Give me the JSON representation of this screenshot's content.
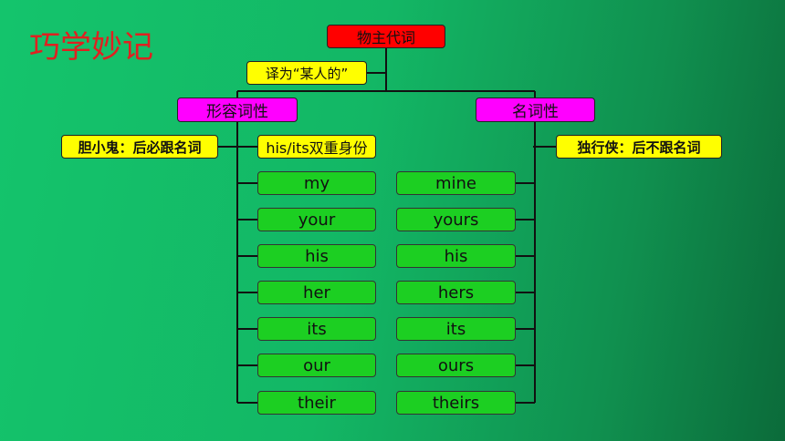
{
  "title": "巧学妙记",
  "root": {
    "label": "物主代词",
    "note": "译为“某人的”"
  },
  "adjective": {
    "label": "形容词性",
    "note": "胆小鬼：后必跟名词",
    "dual_label": "his/its双重身份",
    "items": [
      "my",
      "your",
      "his",
      "her",
      "its",
      "our",
      "their"
    ]
  },
  "noun": {
    "label": "名词性",
    "note": "独行侠：后不跟名词",
    "items": [
      "mine",
      "yours",
      "his",
      "hers",
      "its",
      "ours",
      "theirs"
    ]
  },
  "colors": {
    "root": "#ff0000",
    "category": "#ff00ff",
    "note": "#ffff00",
    "item": "#1ccf22"
  }
}
